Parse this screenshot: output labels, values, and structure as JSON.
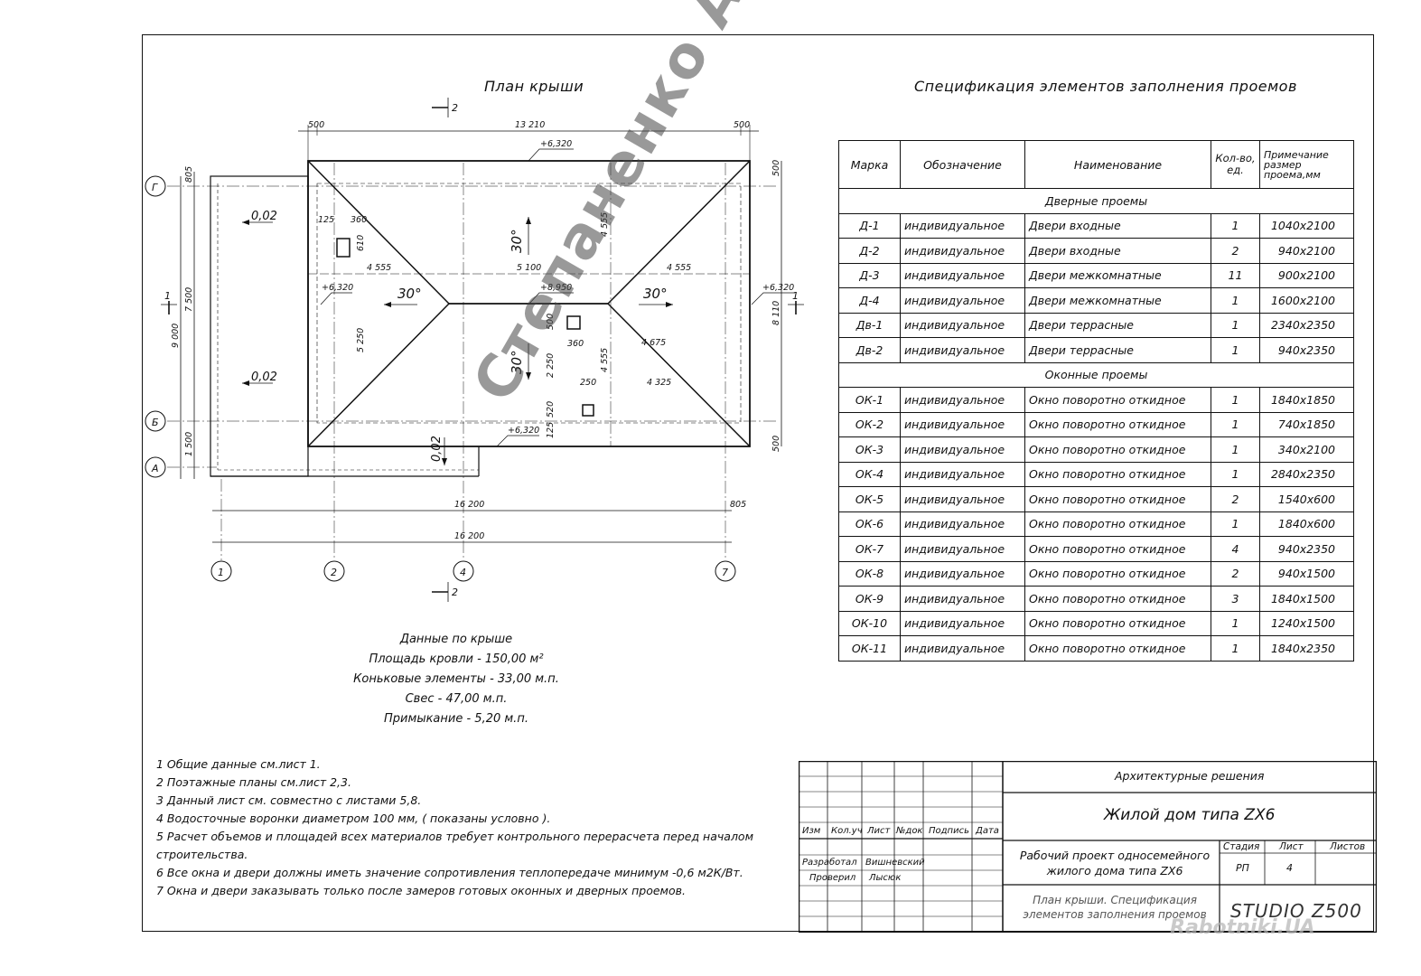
{
  "plan": {
    "title": "План крыши",
    "section_mark": "2",
    "dims": {
      "top_left_overhang": "500",
      "top_total": "13 210",
      "top_right_overhang": "500",
      "right_top_overhang": "500",
      "left_top_805": "805",
      "left_7500": "7 500",
      "left_9000": "9 000",
      "left_1500": "1 500",
      "right_8110": "8 110",
      "right_bottom_500": "500",
      "bottom_16200_a": "16 200",
      "bottom_16200_b": "16 200",
      "bottom_805": "805",
      "d_125": "125",
      "d_360a": "360",
      "d_610": "610",
      "d_4555_left": "4 555",
      "d_5100": "5 100",
      "d_4555_right": "4 555",
      "d_4555_vert": "4 555",
      "d_5250": "5 250",
      "d_500": "500",
      "d_360b": "360",
      "d_4675": "4 675",
      "d_2250": "2 250",
      "d_4555_vert2": "4 555",
      "d_250": "250",
      "d_4325": "4 325",
      "d_520": "520",
      "d_125b": "125"
    },
    "levels": {
      "top": "+6,320",
      "left": "+6,320",
      "ridge": "+8,950",
      "right": "+6,320",
      "bottom": "+6,320"
    },
    "slopes": {
      "s1": "0,02",
      "s2": "0,02",
      "s3": "0,02",
      "a_left": "30°",
      "a_right": "30°",
      "a_top": "30°",
      "a_bottom": "30°"
    },
    "axes_rows": [
      "Г",
      "Б",
      "А"
    ],
    "axes_cols": [
      "1",
      "2",
      "4",
      "7"
    ],
    "section_side": "1"
  },
  "roof_data": {
    "title": "Данные по крыше",
    "lines": [
      "Площадь кровли    - 150,00 м²",
      "Коньковые элементы - 33,00 м.п.",
      "Свес  - 47,00 м.п.",
      "Примыкание  - 5,20 м.п."
    ]
  },
  "spec": {
    "title": "Спецификация элементов заполнения проемов",
    "headers": [
      "Марка",
      "Обозначение",
      "Наименование",
      "Кол-во, ед.",
      "Примечание размер проема,мм"
    ],
    "door_section": "Дверные проемы",
    "doors": [
      [
        "Д-1",
        "индивидуальное",
        "Двери входные",
        "1",
        "1040х2100"
      ],
      [
        "Д-2",
        "индивидуальное",
        "Двери входные",
        "2",
        "940х2100"
      ],
      [
        "Д-3",
        "индивидуальное",
        "Двери межкомнатные",
        "11",
        "900х2100"
      ],
      [
        "Д-4",
        "индивидуальное",
        "Двери межкомнатные",
        "1",
        "1600х2100"
      ],
      [
        "Дв-1",
        "индивидуальное",
        "Двери террасные",
        "1",
        "2340х2350"
      ],
      [
        "Дв-2",
        "индивидуальное",
        "Двери террасные",
        "1",
        "940х2350"
      ]
    ],
    "window_section": "Оконные проемы",
    "windows": [
      [
        "ОК-1",
        "индивидуальное",
        "Окно поворотно откидное",
        "1",
        "1840х1850"
      ],
      [
        "ОК-2",
        "индивидуальное",
        "Окно поворотно откидное",
        "1",
        "740х1850"
      ],
      [
        "ОК-3",
        "индивидуальное",
        "Окно поворотно откидное",
        "1",
        "340х2100"
      ],
      [
        "ОК-4",
        "индивидуальное",
        "Окно поворотно откидное",
        "1",
        "2840х2350"
      ],
      [
        "ОК-5",
        "индивидуальное",
        "Окно поворотно откидное",
        "2",
        "1540х600"
      ],
      [
        "ОК-6",
        "индивидуальное",
        "Окно поворотно откидное",
        "1",
        "1840х600"
      ],
      [
        "ОК-7",
        "индивидуальное",
        "Окно поворотно откидное",
        "4",
        "940х2350"
      ],
      [
        "ОК-8",
        "индивидуальное",
        "Окно поворотно откидное",
        "2",
        "940х1500"
      ],
      [
        "ОК-9",
        "индивидуальное",
        "Окно поворотно откидное",
        "3",
        "1840х1500"
      ],
      [
        "ОК-10",
        "индивидуальное",
        "Окно поворотно откидное",
        "1",
        "1240х1500"
      ],
      [
        "ОК-11",
        "индивидуальное",
        "Окно поворотно откидное",
        "1",
        "1840х2350"
      ]
    ]
  },
  "notes": [
    "1 Общие данные см.лист 1.",
    "2 Поэтажные планы см.лист 2,3.",
    "3 Данный лист см. совместно с листами 5,8.",
    "4 Водосточные воронки диаметром 100 мм, ( показаны условно ).",
    "5 Расчет объемов и площадей всех материалов требует контрольного перерасчета перед началом",
    "строительства.",
    "6 Все окна и двери должны иметь значение сопротивления теплопередаче минимум -0,6 м2К/Вт.",
    "7 Окна и двери заказывать только после замеров готовых оконных и дверных проемов."
  ],
  "stamp": {
    "section": "Архитектурные решения",
    "house": "Жилой дом типа ZX6",
    "cols": [
      "Изм",
      "Кол.уч",
      "Лист",
      "№док",
      "Подпись",
      "Дата"
    ],
    "developed_label": "Разработал",
    "developed_name": "Вишневский",
    "checked_label": "Проверил",
    "checked_name": "Лысюк",
    "project": "Рабочий проект односемейного жилого дома типа ZX6",
    "stage_label": "Стадия",
    "sheet_label": "Лист",
    "sheets_label": "Листов",
    "stage": "РП",
    "sheet": "4",
    "sheet_title": "План крыши. Спецификация элементов заполнения проемов",
    "studio": "STUDIO Z500"
  },
  "watermarks": {
    "author": "Степаненко А.П.",
    "site": "Rabotniki.UA"
  }
}
